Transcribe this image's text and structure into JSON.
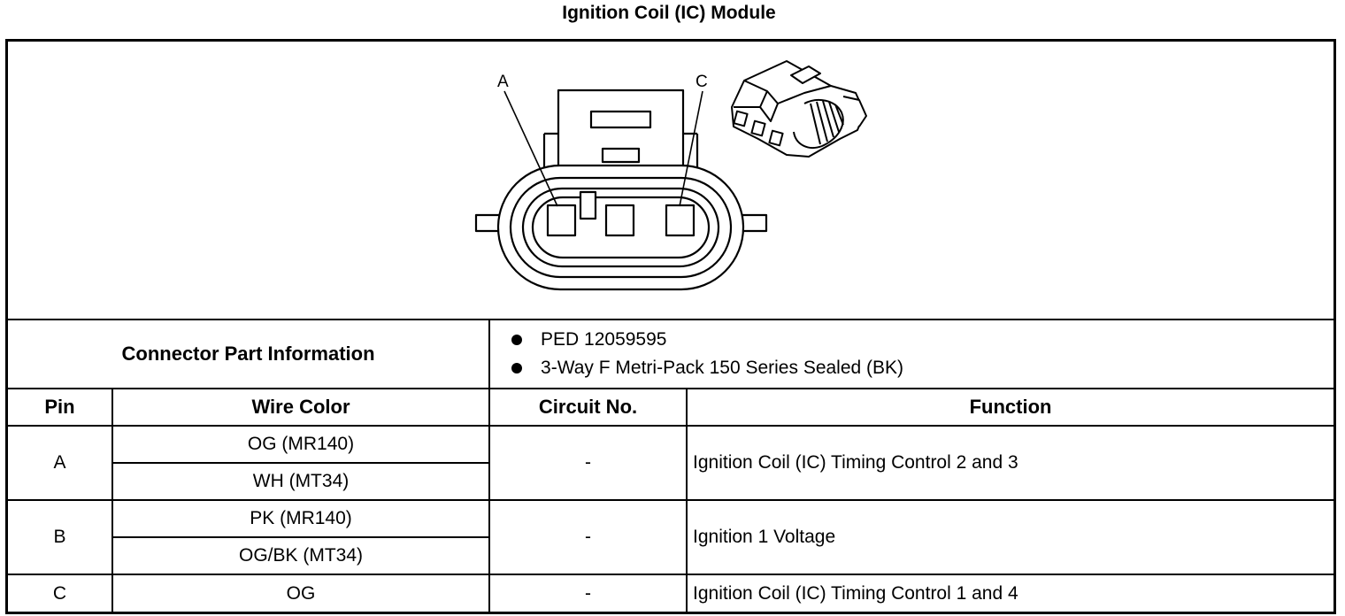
{
  "title": "Ignition Coil (IC) Module",
  "figure": {
    "pin_label_a": "A",
    "pin_label_c": "C"
  },
  "connector_info": {
    "label": "Connector Part Information",
    "items": [
      "PED 12059595",
      "3-Way F Metri-Pack 150 Series Sealed (BK)"
    ]
  },
  "table": {
    "headers": [
      "Pin",
      "Wire Color",
      "Circuit No.",
      "Function"
    ],
    "rows": [
      {
        "pin": "A",
        "wires": [
          "OG (MR140)",
          "WH (MT34)"
        ],
        "circuit": "-",
        "function": "Ignition Coil (IC) Timing Control 2 and 3"
      },
      {
        "pin": "B",
        "wires": [
          "PK (MR140)",
          "OG/BK (MT34)"
        ],
        "circuit": "-",
        "function": "Ignition 1 Voltage"
      },
      {
        "pin": "C",
        "wires": [
          "OG"
        ],
        "circuit": "-",
        "function": "Ignition Coil (IC) Timing Control 1 and 4"
      }
    ]
  }
}
